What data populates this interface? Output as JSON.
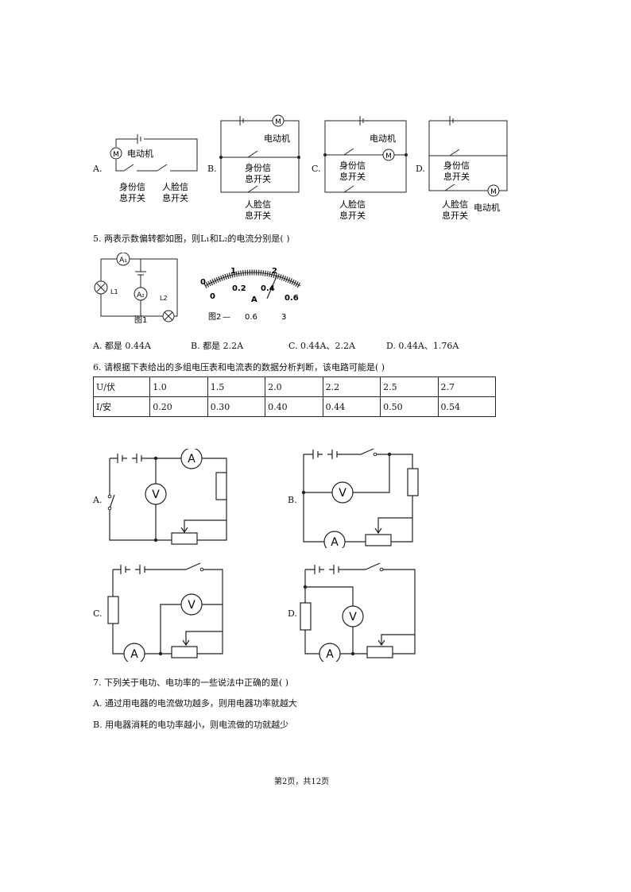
{
  "q4": {
    "options": [
      "A.",
      "B.",
      "C.",
      "D."
    ],
    "labels": {
      "motor": "电动机",
      "id_l1": "身份信",
      "id_l2": "息开关",
      "face_l1": "人脸信",
      "face_l2": "息开关",
      "m": "M"
    }
  },
  "q5": {
    "question": "5. 两表示数偏转都如图，则L₁和L₂的电流分别是(    )",
    "fig1": {
      "a1": "A₁",
      "a2": "A₂",
      "l1": "L1",
      "l2": "L2",
      "caption": "图1"
    },
    "fig2": {
      "caption": "图2",
      "unit": "A",
      "top_ticks": [
        "0",
        "1",
        "2"
      ],
      "mid_ticks": [
        "0",
        "0.2",
        "0.4",
        "0.6"
      ],
      "bottom_ticks": [
        "0.6",
        "3"
      ]
    },
    "options": [
      "A. 都是 0.44A",
      "B. 都是 2.2A",
      "C. 0.44A、2.2A",
      "D. 0.44A、1.76A"
    ]
  },
  "q6": {
    "question": "6. 请根据下表给出的多组电压表和电流表的数据分析判断，该电路可能是(    )",
    "table": {
      "rows": [
        {
          "label": "U/伏",
          "values": [
            "1.0",
            "1.5",
            "2.0",
            "2.2",
            "2.5",
            "2.7"
          ]
        },
        {
          "label": "I/安",
          "values": [
            "0.20",
            "0.30",
            "0.40",
            "0.44",
            "0.50",
            "0.54"
          ]
        }
      ]
    },
    "options": [
      "A.",
      "B.",
      "C.",
      "D."
    ],
    "meter_a": "A",
    "meter_v": "V"
  },
  "q7": {
    "question": "7. 下列关于电功、电功率的一些说法中正确的是(    )",
    "options": [
      "A. 通过用电器的电流做功越多，则用电器功率就越大",
      "B. 用电器消耗的电功率越小，则电流做的功就越少"
    ]
  },
  "footer": "第2页，共12页"
}
